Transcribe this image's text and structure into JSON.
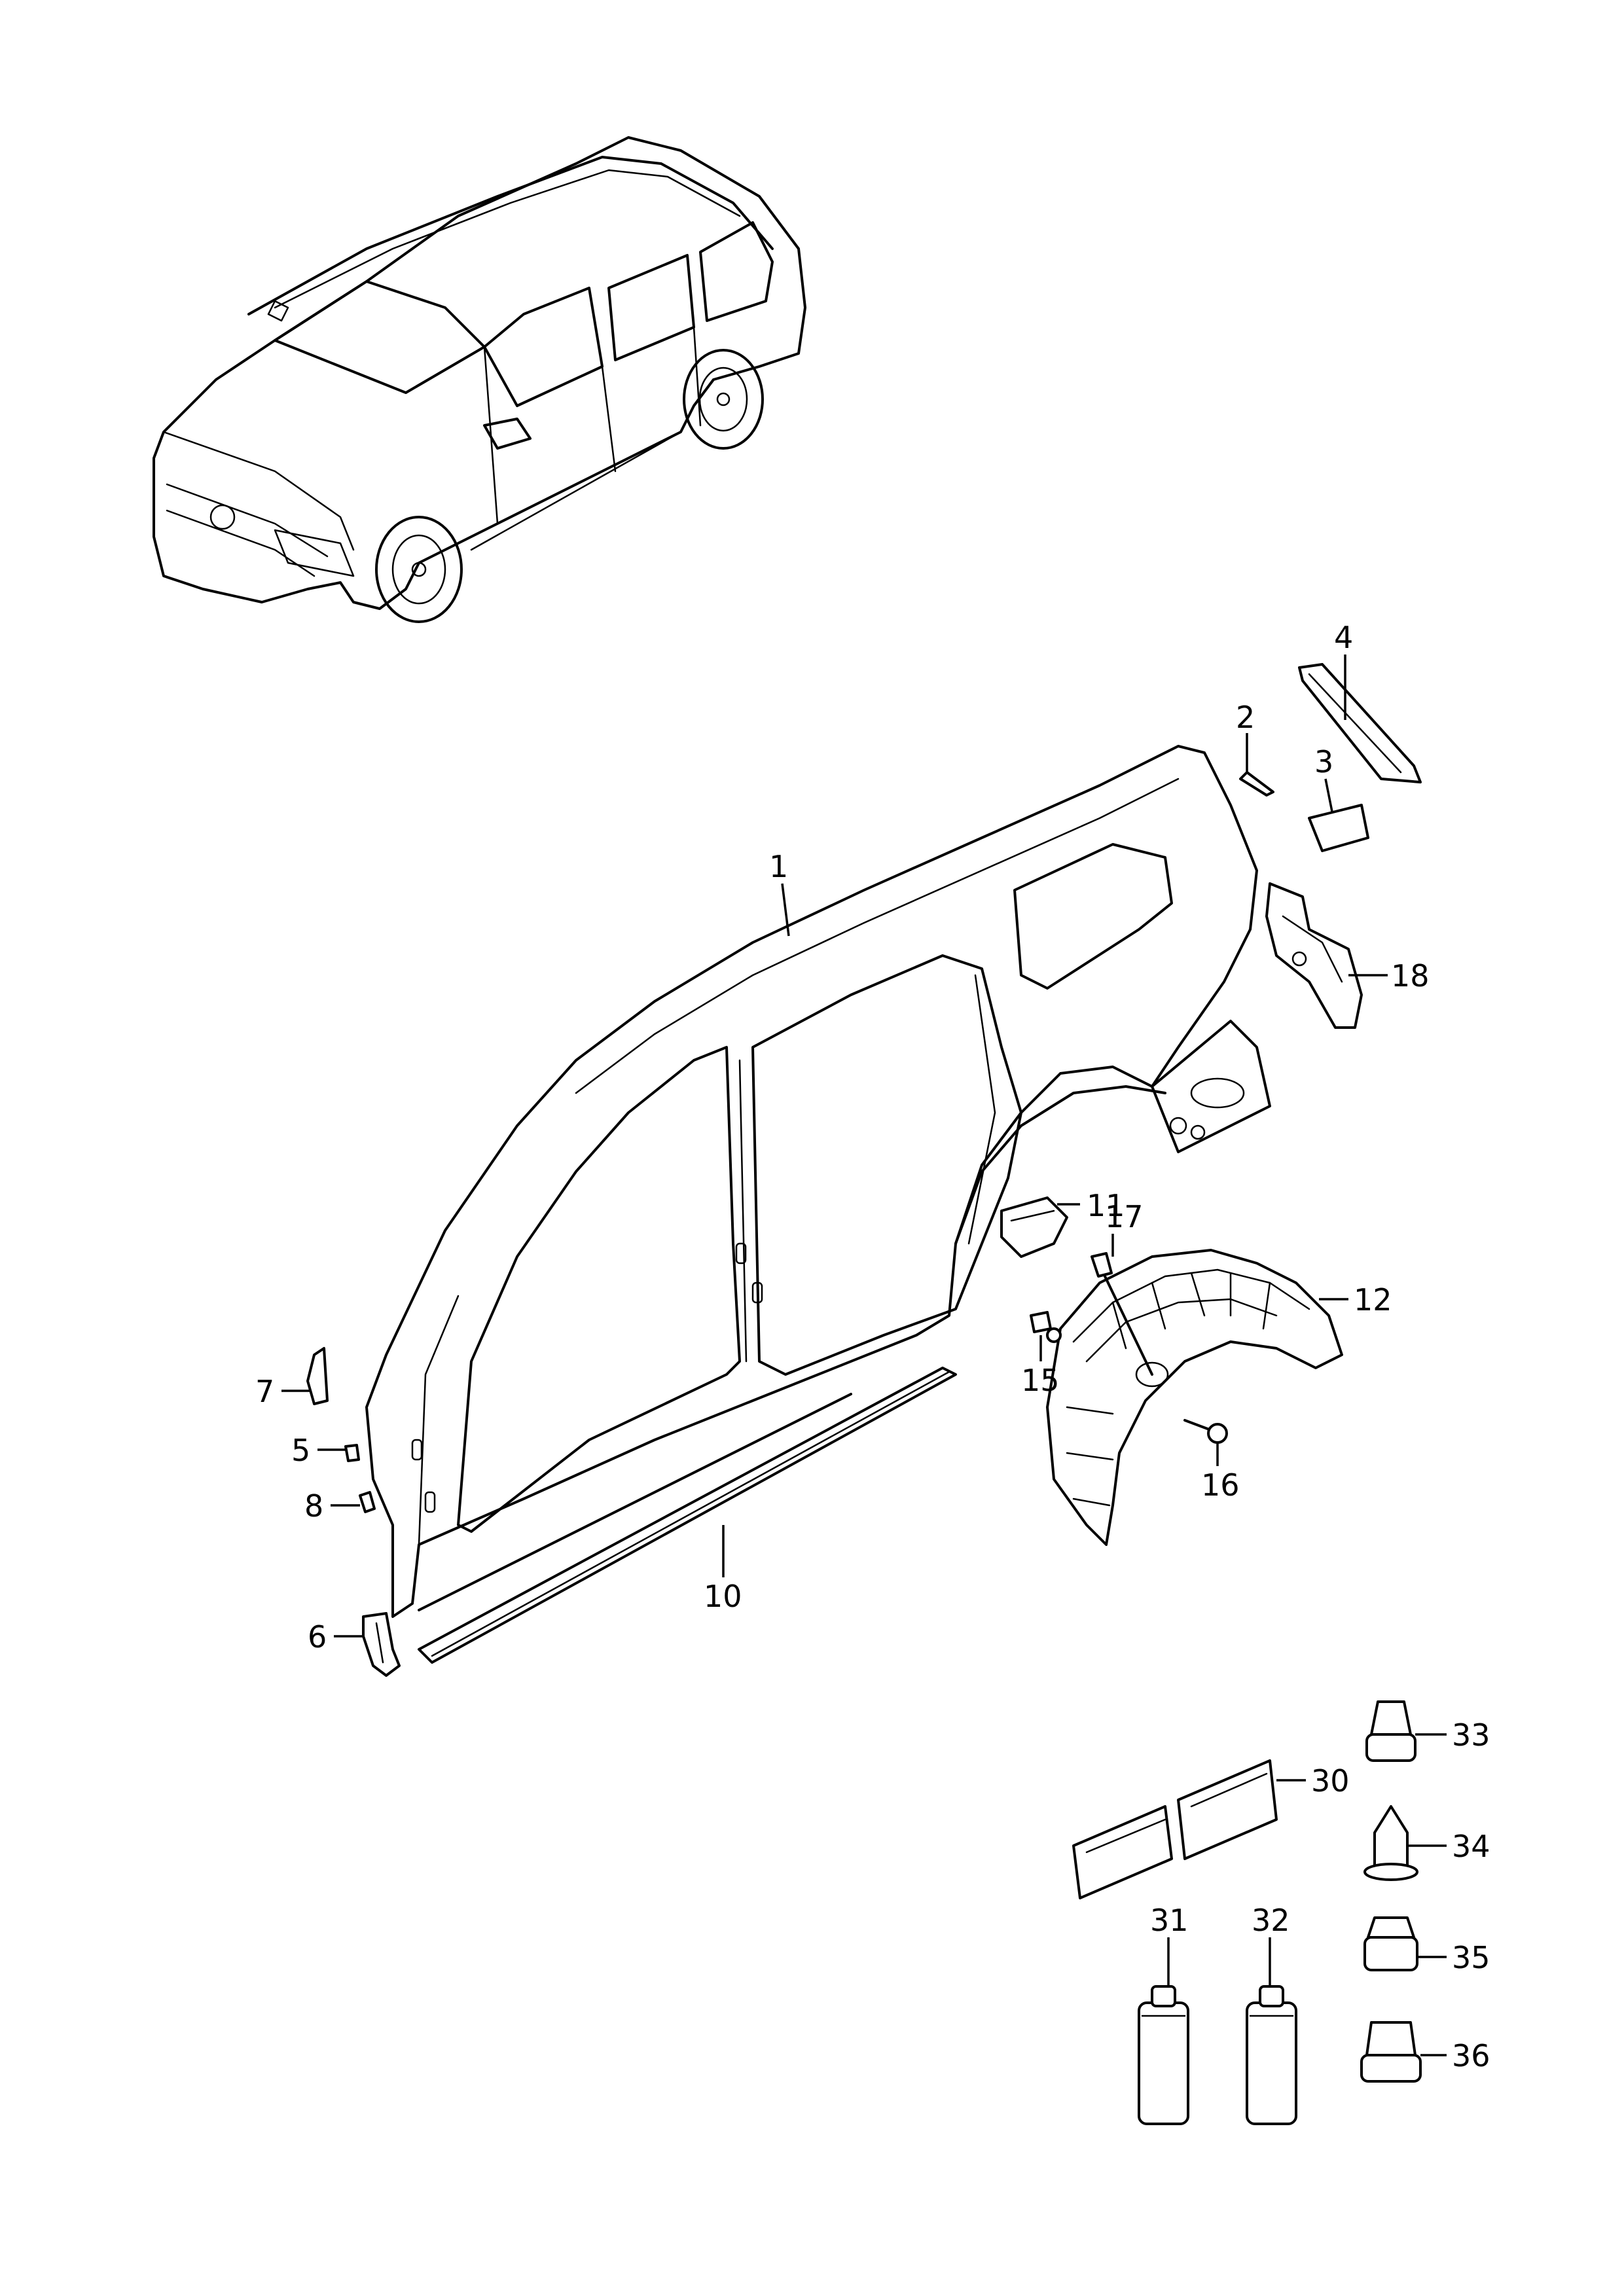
{
  "callouts": [
    {
      "id": "1",
      "label": "1"
    },
    {
      "id": "2",
      "label": "2"
    },
    {
      "id": "3",
      "label": "3"
    },
    {
      "id": "4",
      "label": "4"
    },
    {
      "id": "5",
      "label": "5"
    },
    {
      "id": "6",
      "label": "6"
    },
    {
      "id": "7",
      "label": "7"
    },
    {
      "id": "8",
      "label": "8"
    },
    {
      "id": "10",
      "label": "10"
    },
    {
      "id": "11",
      "label": "11"
    },
    {
      "id": "12",
      "label": "12"
    },
    {
      "id": "15",
      "label": "15"
    },
    {
      "id": "16",
      "label": "16"
    },
    {
      "id": "17",
      "label": "17"
    },
    {
      "id": "18",
      "label": "18"
    },
    {
      "id": "30",
      "label": "30"
    },
    {
      "id": "31",
      "label": "31"
    },
    {
      "id": "32",
      "label": "32"
    },
    {
      "id": "33",
      "label": "33"
    },
    {
      "id": "34",
      "label": "34"
    },
    {
      "id": "35",
      "label": "35"
    },
    {
      "id": "36",
      "label": "36"
    }
  ]
}
